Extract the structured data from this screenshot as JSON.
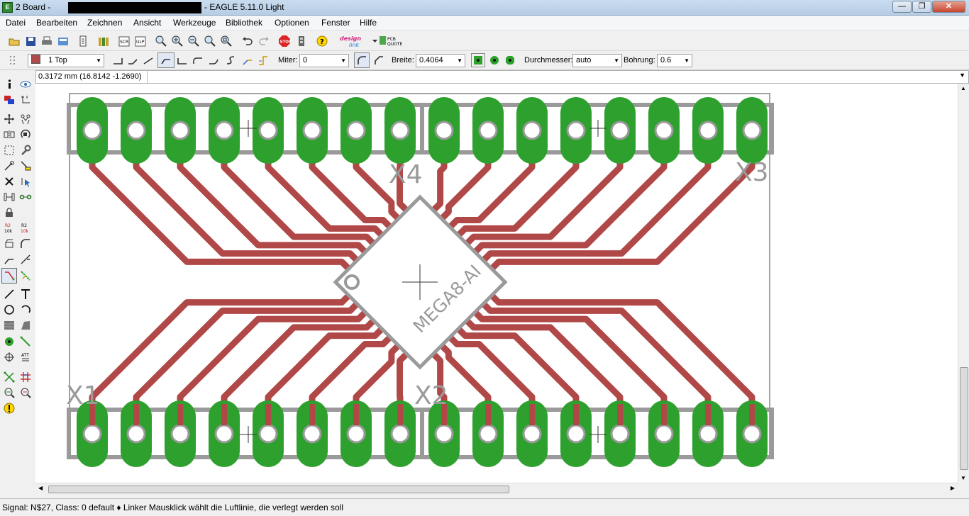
{
  "window": {
    "title_prefix": "2 Board -",
    "title_suffix": "- EAGLE 5.11.0 Light",
    "min": "—",
    "max": "❐",
    "close": "✕"
  },
  "menu": [
    "Datei",
    "Bearbeiten",
    "Zeichnen",
    "Ansicht",
    "Werkzeuge",
    "Bibliothek",
    "Optionen",
    "Fenster",
    "Hilfe"
  ],
  "toolbar2": {
    "layer": "1 Top",
    "layer_color": "#b04a4a",
    "miter_label": "Miter:",
    "miter_value": "0",
    "width_label": "Breite:",
    "width_value": "0.4064",
    "diameter_label": "Durchmesser:",
    "diameter_value": "auto",
    "drill_label": "Bohrung:",
    "drill_value": "0.6"
  },
  "coord": "0.3172 mm (16.8142 -1.2690)",
  "status": "Signal: N$27, Class: 0 default  ♦ Linker Mausklick wählt die Luftlinie, die verlegt werden soll",
  "board": {
    "labels": {
      "x1": "X1",
      "x2": "X2",
      "x3": "X3",
      "x4": "X4",
      "ic": "MEGA8-AI"
    },
    "colors": {
      "pad": "#2da02d",
      "trace": "#b04848",
      "outline": "#9a9a9a"
    }
  }
}
